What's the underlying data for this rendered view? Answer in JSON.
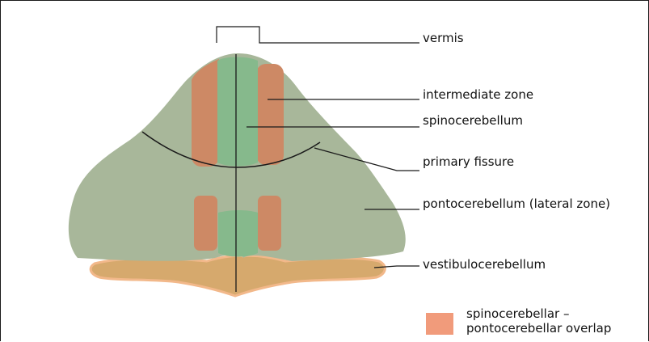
{
  "labels": {
    "vermis": "vermis",
    "intermediate_zone": "intermediate zone",
    "spinocerebellum": "spinocerebellum",
    "primary_fissure": "primary fissure",
    "pontocerebellum": "pontocerebellum (lateral zone)",
    "vestibulocerebellum": "vestibulocerebellum"
  },
  "legend": {
    "line1": "spinocerebellar –",
    "line2": "pontocerebellar overlap"
  },
  "colors": {
    "pontocerebellum": "#a8b79a",
    "intermediate": "#cd8965",
    "vermis_green": "#86b98c",
    "vestibulo": "#d6a96d",
    "vestibulo_edge": "#f2b88a",
    "legend_swatch": "#f19b7b"
  }
}
